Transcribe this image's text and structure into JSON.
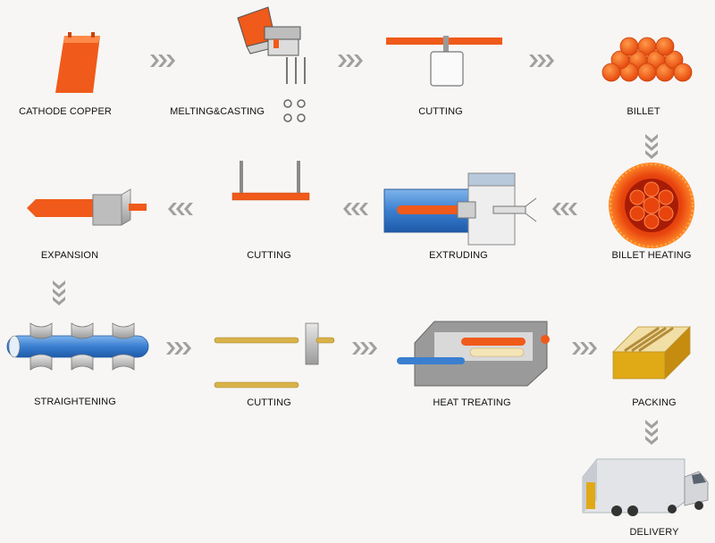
{
  "steps": [
    {
      "label": "CATHODE COPPER"
    },
    {
      "label": "MELTING&CASTING"
    },
    {
      "label": "CUTTING"
    },
    {
      "label": "BILLET"
    },
    {
      "label": "BILLET HEATING"
    },
    {
      "label": "EXTRUDING"
    },
    {
      "label": "CUTTING"
    },
    {
      "label": "EXPANSION"
    },
    {
      "label": "STRAIGHTENING"
    },
    {
      "label": "CUTTING"
    },
    {
      "label": "HEAT TREATING"
    },
    {
      "label": "PACKING"
    },
    {
      "label": "DELIVERY"
    }
  ],
  "colors": {
    "copper": "#f05a1a",
    "steel": "#c9c9c9",
    "blue": "#3a7fd0",
    "brass": "#d8b24a",
    "arrow": "#a3a3a3"
  },
  "icons": [
    "chevron-right-icon",
    "chevron-left-icon",
    "chevron-down-icon"
  ]
}
